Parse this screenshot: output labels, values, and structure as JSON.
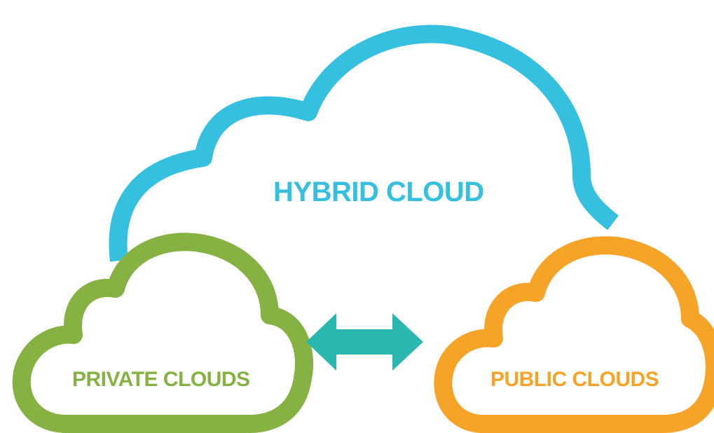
{
  "diagram": {
    "hybrid": {
      "label": "HYBRID CLOUD",
      "color": "#35c0e0"
    },
    "private": {
      "label": "PRIVATE CLOUDS",
      "color": "#86b143"
    },
    "public": {
      "label": "PUBLIC CLOUDS",
      "color": "#f6a428"
    },
    "connector": {
      "type": "bidirectional-arrow",
      "color": "#2ab7b0"
    }
  }
}
